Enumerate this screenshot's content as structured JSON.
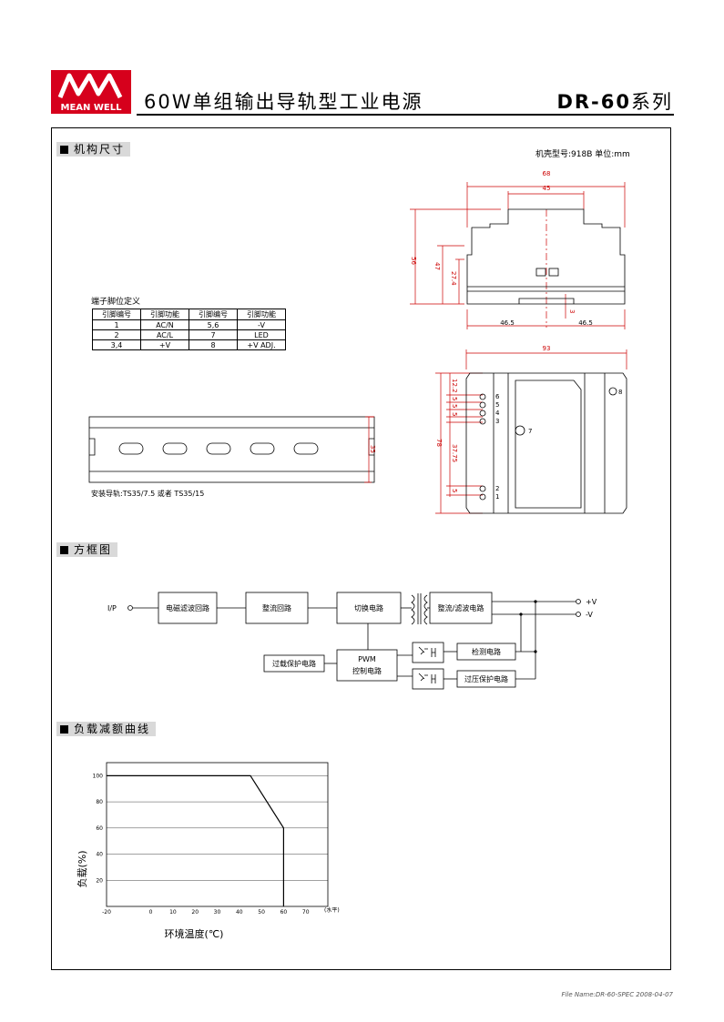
{
  "header": {
    "brand_top": "MW",
    "brand_name": "MEAN WELL",
    "title": "60W单组输出导轨型工业电源",
    "model_bold": "DR-60",
    "model_suffix": "系列",
    "brand_color": "#d6001c"
  },
  "sections": {
    "mech": "机构尺寸",
    "block": "方框图",
    "derating": "负载减额曲线"
  },
  "mechanical": {
    "case_info": "机壳型号:918B  单位:mm",
    "dims_top": {
      "d68": "68",
      "d45": "45",
      "d56": "56",
      "d47": "47",
      "d274": "27.4",
      "d465a": "46.5",
      "d465b": "46.5",
      "d3": "3"
    },
    "dims_front": {
      "d93": "93",
      "d78": "78",
      "d122": "12.2",
      "d5a": "5",
      "d5b": "5",
      "d5c": "5",
      "d3775": "37.75",
      "d5d": "5"
    },
    "pin_numbers": [
      "6",
      "5",
      "4",
      "3",
      "2",
      "1",
      "7",
      "8"
    ],
    "rail_dim": "35",
    "rail_note": "安装导轨:TS35/7.5 或者 TS35/15",
    "pin_table_title": "端子脚位定义",
    "pin_table": {
      "headers": [
        "引脚编号",
        "引脚功能",
        "引脚编号",
        "引脚功能"
      ],
      "rows": [
        [
          "1",
          "AC/N",
          "5,6",
          "-V"
        ],
        [
          "2",
          "AC/L",
          "7",
          "LED"
        ],
        [
          "3,4",
          "+V",
          "8",
          "+V ADJ."
        ]
      ]
    }
  },
  "block_diagram": {
    "ip": "I/P",
    "emi": "电磁滤波回路",
    "rect": "整流回路",
    "switch": "切换电路",
    "rect_filter": "整流/滤波电路",
    "pwm_line1": "PWM",
    "pwm_line2": "控制电路",
    "overload": "过载保护电路",
    "detect": "检测电路",
    "overvolt": "过压保护电路",
    "vplus": "+V",
    "vminus": "-V"
  },
  "chart_data": {
    "type": "line",
    "series": [
      {
        "x": [
          -20,
          45,
          60,
          60
        ],
        "y": [
          100,
          100,
          60,
          0
        ]
      }
    ],
    "x_ticks": [
      "-20",
      "0",
      "10",
      "20",
      "30",
      "40",
      "50",
      "60",
      "70"
    ],
    "y_ticks": [
      "20",
      "40",
      "60",
      "80",
      "100"
    ],
    "x_unit_note": "(水平)",
    "xlabel": "环境温度(℃)",
    "ylabel": "负载(%)",
    "xlim": [
      -20,
      80
    ],
    "ylim": [
      0,
      110
    ],
    "grid": true
  },
  "footer": "File Name:DR-60-SPEC   2008-04-07"
}
